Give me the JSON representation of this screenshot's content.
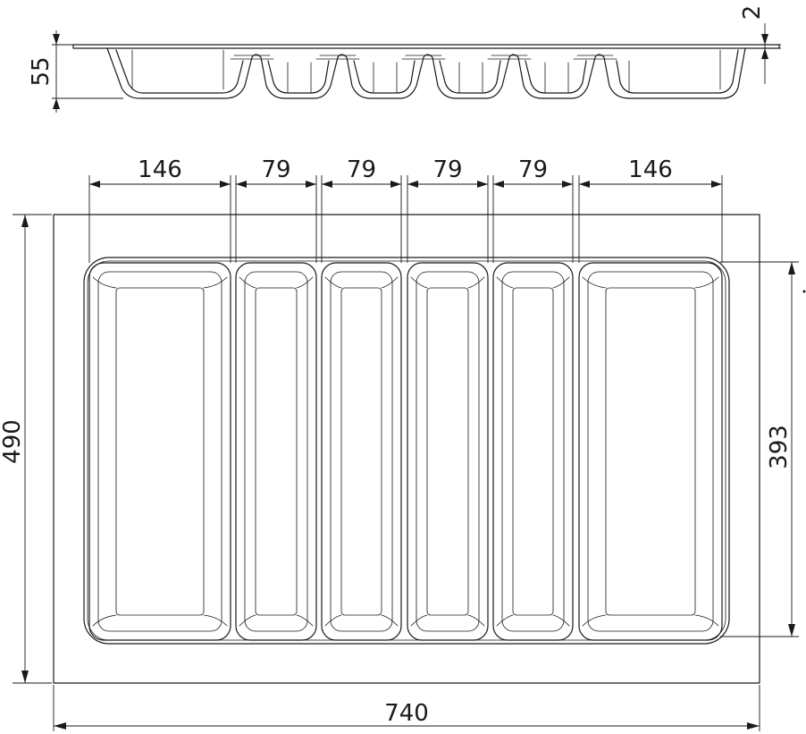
{
  "colors": {
    "line": "#1a1a1a",
    "background": "#ffffff"
  },
  "side_view": {
    "height_label": "55",
    "rim_thickness_label": "2"
  },
  "top_view": {
    "compartments": [
      {
        "width_label": "146"
      },
      {
        "width_label": "79"
      },
      {
        "width_label": "79"
      },
      {
        "width_label": "79"
      },
      {
        "width_label": "79"
      },
      {
        "width_label": "146"
      }
    ],
    "overall_width_label": "740",
    "overall_depth_label": "490",
    "inner_depth_label": "393"
  }
}
